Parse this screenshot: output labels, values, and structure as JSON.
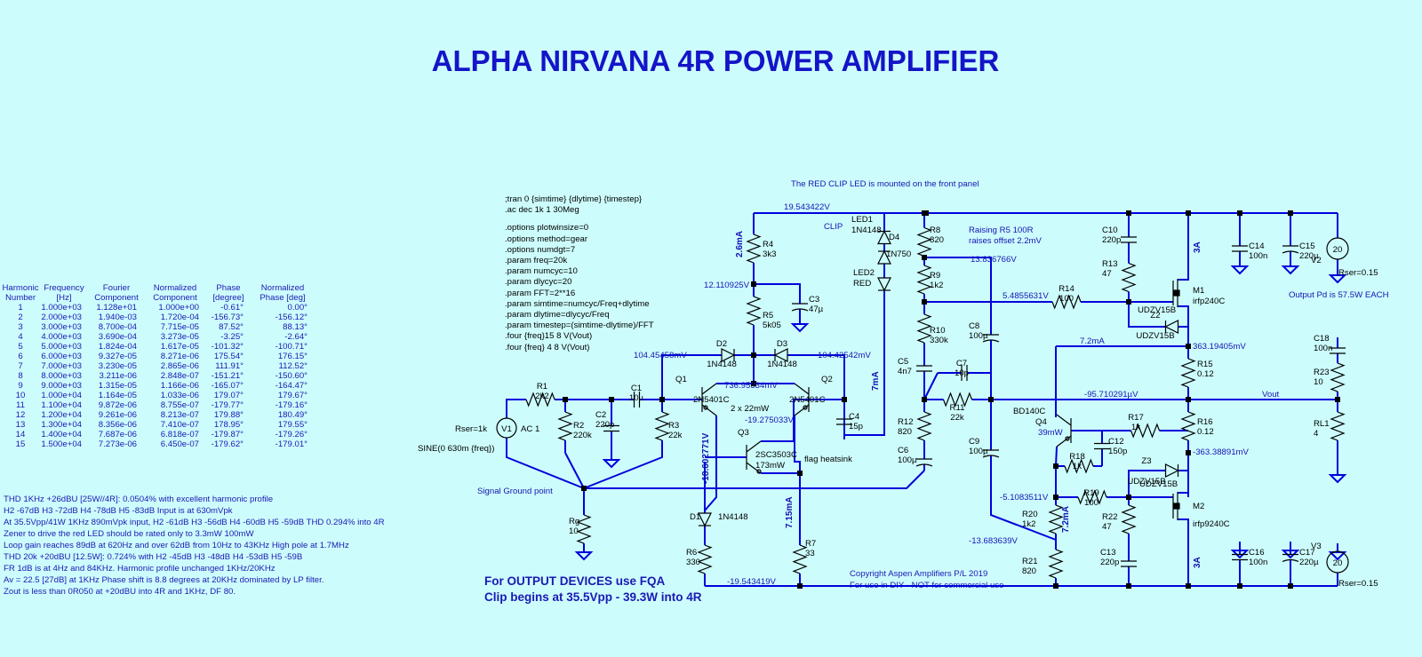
{
  "title": "ALPHA NIRVANA 4R POWER AMPLIFIER",
  "fourier": {
    "headers_row1": [
      "Harmonic",
      "Frequency",
      "Fourier",
      "Normalized",
      "Phase",
      "Normalized"
    ],
    "headers_row2": [
      "Number",
      "[Hz]",
      "Component",
      "Component",
      "[degree]",
      "Phase [deg]"
    ],
    "rows": [
      [
        "1",
        "1.000e+03",
        "1.128e+01",
        "1.000e+00",
        "-0.61°",
        "0.00°"
      ],
      [
        "2",
        "2.000e+03",
        "1.940e-03",
        "1.720e-04",
        "-156.73°",
        "-156.12°"
      ],
      [
        "3",
        "3.000e+03",
        "8.700e-04",
        "7.715e-05",
        "87.52°",
        "88.13°"
      ],
      [
        "4",
        "4.000e+03",
        "3.690e-04",
        "3.273e-05",
        "-3.25°",
        "-2.64°"
      ],
      [
        "5",
        "5.000e+03",
        "1.824e-04",
        "1.617e-05",
        "-101.32°",
        "-100.71°"
      ],
      [
        "6",
        "6.000e+03",
        "9.327e-05",
        "8.271e-06",
        "175.54°",
        "176.15°"
      ],
      [
        "7",
        "7.000e+03",
        "3.230e-05",
        "2.865e-06",
        "111.91°",
        "112.52°"
      ],
      [
        "8",
        "8.000e+03",
        "3.211e-06",
        "2.848e-07",
        "-151.21°",
        "-150.60°"
      ],
      [
        "9",
        "9.000e+03",
        "1.315e-05",
        "1.166e-06",
        "-165.07°",
        "-164.47°"
      ],
      [
        "10",
        "1.000e+04",
        "1.164e-05",
        "1.033e-06",
        "179.07°",
        "179.67°"
      ],
      [
        "11",
        "1.100e+04",
        "9.872e-06",
        "8.755e-07",
        "-179.77°",
        "-179.16°"
      ],
      [
        "12",
        "1.200e+04",
        "9.261e-06",
        "8.213e-07",
        "179.88°",
        "180.49°"
      ],
      [
        "13",
        "1.300e+04",
        "8.356e-06",
        "7.410e-07",
        "178.95°",
        "179.55°"
      ],
      [
        "14",
        "1.400e+04",
        "7.687e-06",
        "6.818e-07",
        "-179.87°",
        "-179.26°"
      ],
      [
        "15",
        "1.500e+04",
        "7.273e-06",
        "6.450e-07",
        "-179.62°",
        "-179.01°"
      ]
    ]
  },
  "notes": [
    "THD 1KHz +26dBU [25W//4R]:   0.0504% with excellent  harmonic profile",
    "H2 -67dB H3 -72dB H4 -78dB  H5 -83dB  Input is at 630mVpk",
    "At 35.5Vpp/41W 1KHz 890mVpk input, H2 -61dB H3 -56dB H4 -60dB H5 -59dB THD 0.294% into 4R",
    "Zener to drive the red LED should be rated only to 3.3mW 100mW",
    "Loop gain reaches 89dB at  620Hz and over 62dB from 10Hz to 43KHz High pole at 1.7MHz",
    "THD 20k +20dBU [12.5W]: 0.724% with H2 -45dB H3 -48dB H4 -53dB  H5 -59B",
    "FR 1dB is at 4Hz and 84KHz.  Harmonic profile unchanged 1KHz/20KHz",
    "Av = 22.5 [27dB] at 1KHz  Phase shift is 8.8 degrees at 20KHz dominated by LP filter.",
    "Zout is less than 0R050 at +20dBU into 4R and 1KHz, DF 80."
  ],
  "directives": [
    ";tran 0 {simtime} {dlytime} {timestep}",
    ".ac dec 1k 1 30Meg",
    "",
    ".options plotwinsize=0",
    ".options method=gear",
    ".options numdgt=7",
    ".param freq=20k",
    ".param numcyc=10",
    ".param dlycyc=20",
    ".param FFT=2**16",
    ".param simtime=numcyc/Freq+dlytime",
    ".param dlytime=dlycyc/Freq",
    ".param timestep=(simtime-dlytime)/FFT",
    ".four {freq}15 8 V(Vout)",
    ".four {freq} 4 8 V(Vout)"
  ],
  "output_note": [
    "For OUTPUT DEVICES use FQA",
    "Clip begins at 35.5Vpp - 39.3W into 4R"
  ],
  "copyright": [
    "Copyright Aspen Amplifiers P/L     2019",
    "For use in DIY - NOT for commercial use"
  ],
  "schematic_labels": {
    "red_clip_note": "The RED CLIP LED is mounted on the front panel",
    "raising_r5_1": "Raising  R5 100R",
    "raising_r5_2": "raises offset 2.2mV",
    "output_pd": "Output Pd is 57.5W EACH",
    "signal_ground": "Signal Ground point",
    "sine_source": "SINE(0 630m {freq})",
    "flag_heatsink": "flag heatsink",
    "v_top_rail": "19.543422V",
    "v_bottom_rail": "-19.543419V",
    "v_r4_r5": "12.110925V",
    "v_d2_left": "104.45458mV",
    "v_d3_right": "104.42542mV",
    "v_emitters": "736.95334mV",
    "v_q3": "-19.275033V",
    "v_r8_r9": "13.836766V",
    "v_r14": "5.4855631V",
    "v_r15_top": "363.19405mV",
    "v_out_node": "-95.710291µV",
    "v_r16_bot": "-363.38891mV",
    "v_r19": "-5.1083511V",
    "v_c9_bot": "-13.683639V",
    "v_d1": "-18.602771V",
    "i_r4": "2.6mA",
    "i_q2": "7mA",
    "i_q4": "7.2mA",
    "i_r20": "7.2mA",
    "i_r7": "7.15mA",
    "i_m1": "3A",
    "i_m2": "3A",
    "q_pair": "2 x 22mW",
    "q3_power": "173mW",
    "q4_power": "39mW",
    "vout_label": "Vout",
    "clip_label": "CLIP"
  },
  "components": {
    "R1": [
      "R1",
      "2k2"
    ],
    "R2": [
      "R2",
      "220k"
    ],
    "R3": [
      "R3",
      "22k"
    ],
    "R4": [
      "R4",
      "3k3"
    ],
    "R5": [
      "R5",
      "5k05"
    ],
    "R6": [
      "R6",
      "330"
    ],
    "R7": [
      "R7",
      "33"
    ],
    "R8": [
      "R8",
      "820"
    ],
    "R9": [
      "R9",
      "1k2"
    ],
    "R10": [
      "R10",
      "330k"
    ],
    "R11": [
      "R11",
      "22k"
    ],
    "R12": [
      "R12",
      "820"
    ],
    "R13": [
      "R13",
      "47"
    ],
    "R14": [
      "R14",
      "100"
    ],
    "R15": [
      "R15",
      "0.12"
    ],
    "R16": [
      "R16",
      "0.12"
    ],
    "R17": [
      "R17",
      "1k"
    ],
    "R18": [
      "R18",
      "1k"
    ],
    "R19": [
      "R19",
      "100"
    ],
    "R20": [
      "R20",
      "1k2"
    ],
    "R21": [
      "R21",
      "820"
    ],
    "R22": [
      "R22",
      "47"
    ],
    "R23": [
      "R23",
      "10"
    ],
    "RL1": [
      "RL1",
      "4"
    ],
    "Rg": [
      "Rg",
      "10"
    ],
    "C1": [
      "C1",
      "10µ"
    ],
    "C2": [
      "C2",
      "220p"
    ],
    "C3": [
      "C3",
      "47µ"
    ],
    "C4": [
      "C4",
      "15p"
    ],
    "C5": [
      "C5",
      "4n7"
    ],
    "C6": [
      "C6",
      "100µ"
    ],
    "C7": [
      "C7",
      "10p"
    ],
    "C8": [
      "C8",
      "100µ"
    ],
    "C9": [
      "C9",
      "100µ"
    ],
    "C10": [
      "C10",
      "220p"
    ],
    "C12": [
      "C12",
      "150p"
    ],
    "C13": [
      "C13",
      "220p"
    ],
    "C14": [
      "C14",
      "100n"
    ],
    "C15": [
      "C15",
      "220µ"
    ],
    "C16": [
      "C16",
      "100n"
    ],
    "C17": [
      "C17",
      "220µ"
    ],
    "C18": [
      "C18",
      "100n"
    ],
    "D1": [
      "D1",
      "1N4148"
    ],
    "D2": [
      "D2",
      "1N4148"
    ],
    "D3": [
      "D3",
      "1N4148"
    ],
    "D4": [
      "D4",
      "1N750"
    ],
    "LED1": [
      "LED1",
      "1N4148"
    ],
    "LED2": [
      "LED2",
      "RED"
    ],
    "Z2": [
      "Z2",
      "UDZV15B"
    ],
    "Z3": [
      "Z3",
      "UDZV15B"
    ],
    "Q1": [
      "Q1",
      "2N5401C"
    ],
    "Q2": [
      "Q2",
      "2N5401C"
    ],
    "Q3": [
      "Q3",
      "2SC3503C"
    ],
    "Q4": [
      "Q4",
      "BD140C"
    ],
    "M1": [
      "M1",
      "irfp240C"
    ],
    "M2": [
      "M2",
      "irfp9240C"
    ],
    "V1": [
      "V1",
      "AC 1",
      "Rser=1k"
    ],
    "V2": [
      "V2",
      "20",
      "Rser=0.15"
    ],
    "V3": [
      "V3",
      "20",
      "Rser=0.15"
    ]
  }
}
